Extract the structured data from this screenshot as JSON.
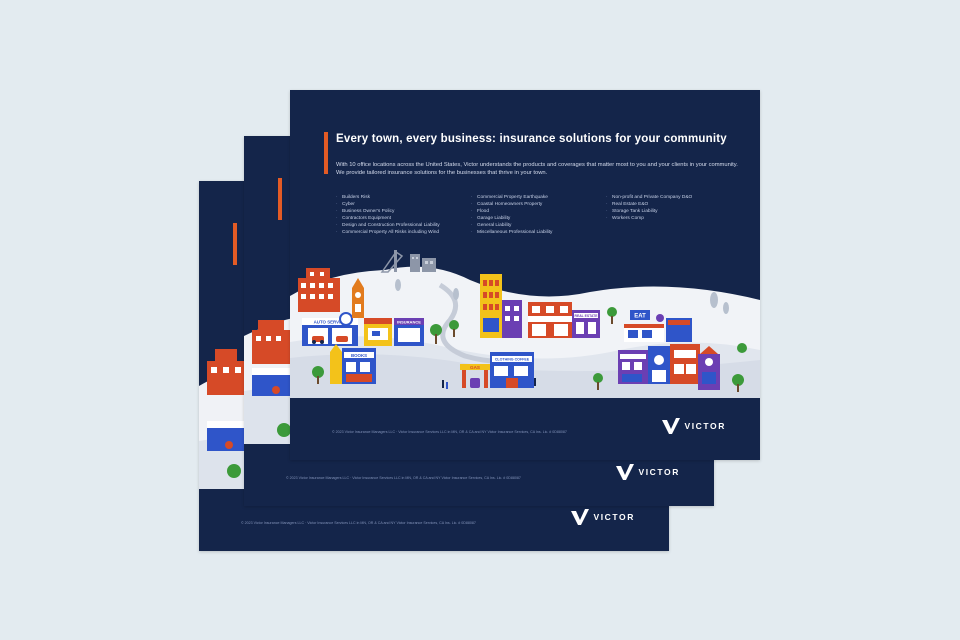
{
  "doc": {
    "title": "Every town, every business: insurance solutions for your community",
    "intro": "With 10 office locations across the United States, Victor understands the products and coverages that matter most to you and your clients in your community. We provide tailored insurance solutions for the businesses that thrive in your town.",
    "coverages_col1": [
      "Builders Risk",
      "Cyber",
      "Business Owner's Policy",
      "Contractors Equipment",
      "Design and Construction Professional Liability",
      "Commercial Property All Risks including Wind"
    ],
    "coverages_col2": [
      "Commercial Property Earthquake",
      "Coastal Homeowners Property",
      "Flood",
      "Garage Liability",
      "General Liability",
      "Miscellaneous Professional Liability"
    ],
    "coverages_col3": [
      "Non-profit and Private Company D&O",
      "Real Estate E&O",
      "Storage Tank Liability",
      "Workers Comp"
    ],
    "legal": "© 2023 Victor Insurance Managers LLC · Victor Insurance Services LLC in MN, OR & CA and NY Victor Insurance Services, CA Ins. Lic. # 0D88087",
    "logo_word": "VICTOR"
  },
  "signs": {
    "auto_service": "AUTO SERVICE",
    "insurance": "INSURANCE",
    "books": "BOOKS",
    "gas": "GAS",
    "clothing": "CLOTHING COFFEE",
    "eat": "EAT",
    "real_estate": "REAL ESTATE"
  },
  "colors": {
    "navy": "#14254a",
    "accent_orange": "#e35b25",
    "background": "#e3ebf0"
  },
  "icons": {
    "logo": "victor-v-logo",
    "illustration": "town-illustration"
  }
}
